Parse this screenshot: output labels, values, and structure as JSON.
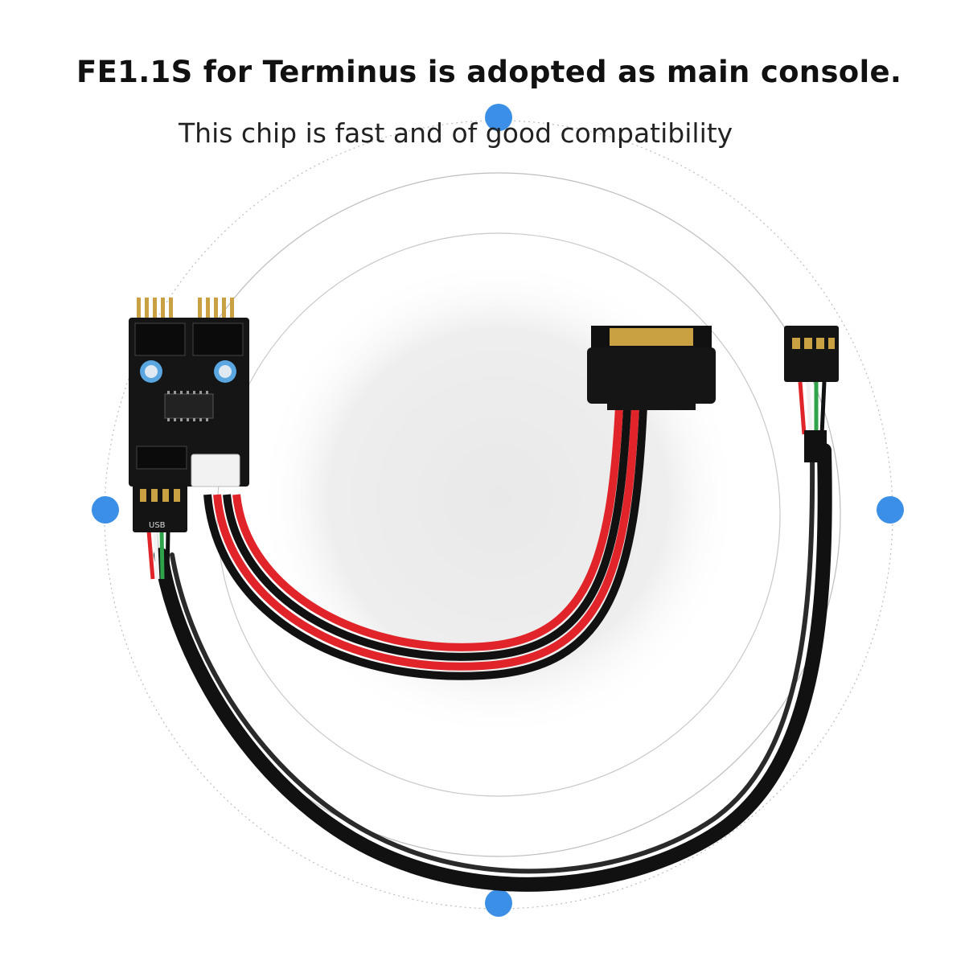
{
  "headline": "FE1.1S for Terminus is adopted as main console.",
  "subline": "This chip is fast and of good compatibility",
  "board_label": "USB",
  "colors": {
    "accent_dot": "#3b8fe6",
    "pcb": "#151515",
    "wire_red": "#e0242a",
    "wire_black": "#111111",
    "wire_green": "#2ea34a",
    "wire_white": "#f2f2f2",
    "connector_gold": "#c9a042"
  }
}
